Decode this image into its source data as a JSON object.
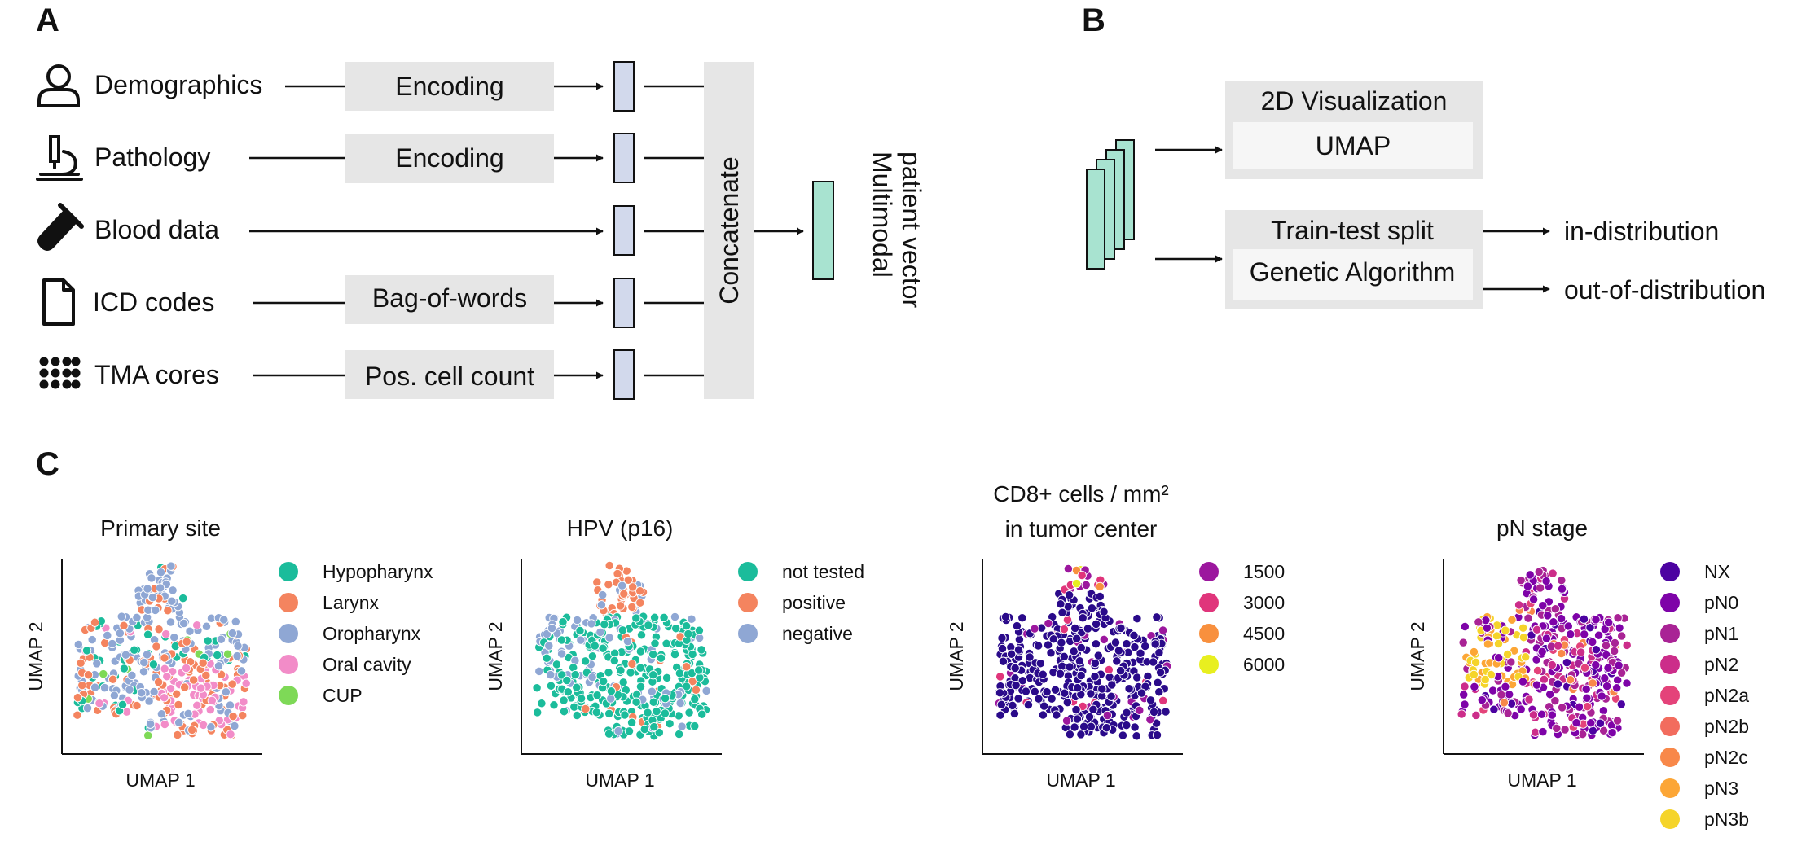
{
  "panels": {
    "a": "A",
    "b": "B",
    "c": "C"
  },
  "panel_a": {
    "sources": [
      {
        "label": "Demographics",
        "icon": "person-icon",
        "process": "Encoding"
      },
      {
        "label": "Pathology",
        "icon": "microscope-icon",
        "process": "Encoding"
      },
      {
        "label": "Blood data",
        "icon": "test-tube-icon",
        "process": ""
      },
      {
        "label": "ICD codes",
        "icon": "document-icon",
        "process": "Bag-of-words"
      },
      {
        "label": "TMA cores",
        "icon": "dot-grid-icon",
        "process": "Pos. cell count"
      }
    ],
    "concatenate_label": "Concatenate",
    "output_lines": [
      "Multimodal",
      "patient vector"
    ]
  },
  "panel_b": {
    "viz_title": "2D Visualization",
    "viz_method": "UMAP",
    "split_title": "Train-test split",
    "split_method": "Genetic Algorithm",
    "out_in": "in-distribution",
    "out_ood": "out-of-distribution"
  },
  "panel_c": {
    "xlabel": "UMAP 1",
    "ylabel": "UMAP 2",
    "plots": [
      {
        "title_lines": [
          "Primary site"
        ],
        "legend": [
          {
            "label": "Hypopharynx",
            "color": "#1bbc9b"
          },
          {
            "label": "Larynx",
            "color": "#f4845f"
          },
          {
            "label": "Oropharynx",
            "color": "#8fa7d4"
          },
          {
            "label": "Oral cavity",
            "color": "#f28cc8"
          },
          {
            "label": "CUP",
            "color": "#7ed957"
          }
        ]
      },
      {
        "title_lines": [
          "HPV (p16)"
        ],
        "legend": [
          {
            "label": "not tested",
            "color": "#1bbc9b"
          },
          {
            "label": "positive",
            "color": "#f4845f"
          },
          {
            "label": "negative",
            "color": "#8fa7d4"
          }
        ]
      },
      {
        "title_lines": [
          "CD8+ cells / mm²",
          "in tumor center"
        ],
        "legend": [
          {
            "label": "1500",
            "color": "#9c179e"
          },
          {
            "label": "3000",
            "color": "#e0357b"
          },
          {
            "label": "4500",
            "color": "#f8903e"
          },
          {
            "label": "6000",
            "color": "#e8ef1f"
          }
        ]
      },
      {
        "title_lines": [
          "pN stage"
        ],
        "legend": [
          {
            "label": "NX",
            "color": "#4c02a1"
          },
          {
            "label": "pN0",
            "color": "#7e03a8"
          },
          {
            "label": "pN1",
            "color": "#a92395"
          },
          {
            "label": "pN2",
            "color": "#cc2d8a"
          },
          {
            "label": "pN2a",
            "color": "#e4437a"
          },
          {
            "label": "pN2b",
            "color": "#f26c5e"
          },
          {
            "label": "pN2c",
            "color": "#f8884a"
          },
          {
            "label": "pN3",
            "color": "#fca636"
          },
          {
            "label": "pN3b",
            "color": "#f5d42a"
          }
        ]
      }
    ]
  }
}
